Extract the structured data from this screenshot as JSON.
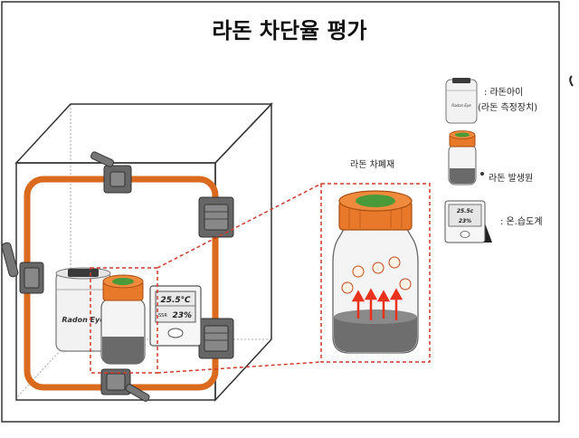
{
  "title": "라돈 차단율 평가",
  "legend": {
    "radon_eye": ": 라돈아이",
    "radon_eye_desc": "(라돈 측정장치)",
    "radon_source": "라돈 발생원",
    "thermo_hygrometer": ": 온.습도계"
  },
  "shield_label": "라돈 차폐재",
  "device_brand": "Radon Eye",
  "thermo_display": {
    "temperature": "25.5℃",
    "humidity": "23%",
    "hum_prefix": "SSR"
  },
  "colors": {
    "gasket_orange": "#d96a1e",
    "cap_orange": "#e8792a",
    "shield_green": "#4a9a3a",
    "dashed_red": "#d23a2a",
    "arrow_red": "#e8321e"
  }
}
